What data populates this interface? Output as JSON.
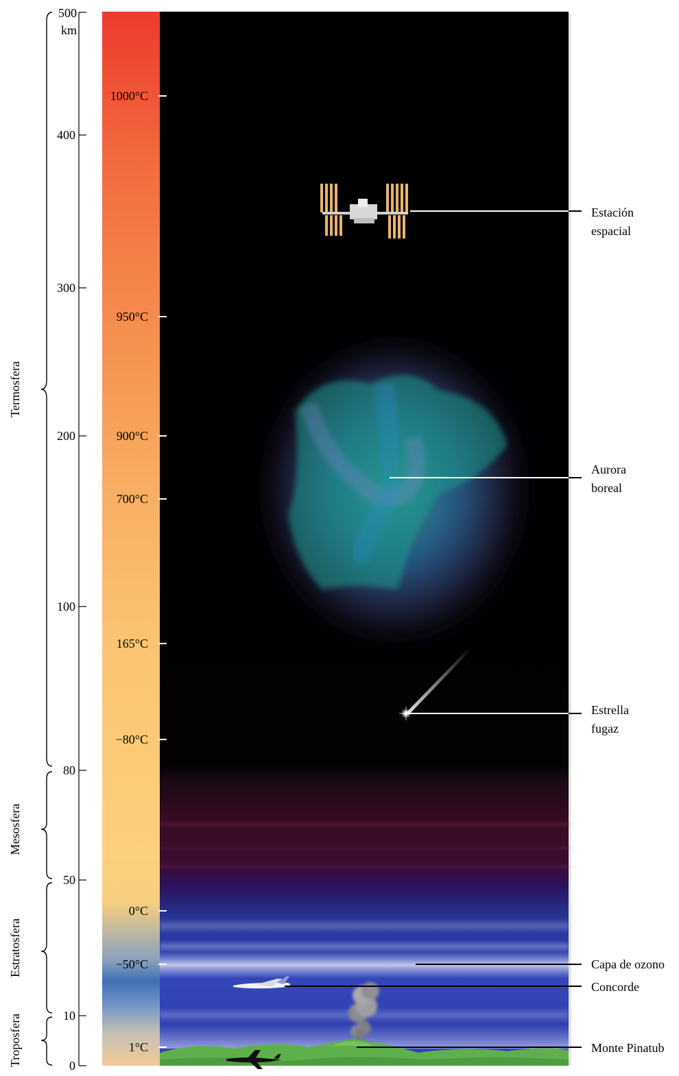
{
  "axis": {
    "unit": "km",
    "ticks": [
      {
        "value": 500,
        "label": "500"
      },
      {
        "value": 400,
        "label": "400"
      },
      {
        "value": 300,
        "label": "300"
      },
      {
        "value": 200,
        "label": "200"
      },
      {
        "value": 100,
        "label": "100"
      },
      {
        "value": 80,
        "label": "80"
      },
      {
        "value": 50,
        "label": "50"
      },
      {
        "value": 10,
        "label": "10"
      },
      {
        "value": 0,
        "label": "0"
      }
    ]
  },
  "layers": [
    {
      "name": "Termosfera",
      "from_km": 80,
      "to_km": 500
    },
    {
      "name": "Mesosfera",
      "from_km": 50,
      "to_km": 80
    },
    {
      "name": "Estratosfera",
      "from_km": 10,
      "to_km": 50
    },
    {
      "name": "Troposfera",
      "from_km": 0,
      "to_km": 10
    }
  ],
  "temperatures": [
    "1000°C",
    "950°C",
    "900°C",
    "700°C",
    "165°C",
    "−80°C",
    "0°C",
    "−50°C",
    "1°C"
  ],
  "callouts": [
    {
      "line1": "Estación",
      "line2": "espacial"
    },
    {
      "line1": "Aurora",
      "line2": "boreal"
    },
    {
      "line1": "Estrella",
      "line2": "fugaz"
    },
    {
      "line1": "Capa de ozono",
      "line2": ""
    },
    {
      "line1": "Concorde",
      "line2": ""
    },
    {
      "line1": "Monte Pinatub",
      "line2": ""
    }
  ],
  "colors": {
    "space": "#000000",
    "temp_hot": "#ee3a2c",
    "temp_mid": "#f6a85c",
    "temp_cool": "#fcd27c",
    "ozone_blue": "#2c3aa8",
    "mountain": "#5db04a"
  }
}
